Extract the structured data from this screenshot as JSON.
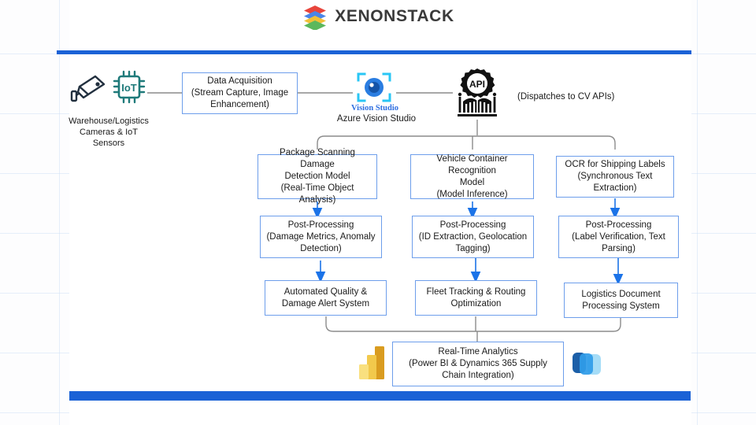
{
  "brand": {
    "name": "XENONSTACK",
    "logo_icon": "stacked-layers-icon",
    "layer_colors": [
      "#e8453c",
      "#4a86e8",
      "#f2c037",
      "#5cb85c"
    ]
  },
  "theme": {
    "accent_bar": "#1b62d6",
    "node_border": "#6d9eeb",
    "connector": "#8c8c8c",
    "arrow": "#1b73e8",
    "background": "#fdfdfe",
    "grid_line": "#c8dcf5"
  },
  "source": {
    "camera_icon": "cctv-camera-icon",
    "iot_icon": "iot-chip-icon",
    "label": "Warehouse/Logistics\nCameras & IoT\nSensors"
  },
  "ingest": {
    "label": "Data Acquisition\n(Stream Capture, Image\nEnhancement)"
  },
  "vision_studio": {
    "icon": "vision-studio-lens-icon",
    "brand_label": "Vision Studio",
    "sub_label": "Azure Vision Studio"
  },
  "api_gateway": {
    "icon": "api-gateway-icon",
    "icon_text": "API",
    "note": "(Dispatches to CV APIs)"
  },
  "models": [
    {
      "id": "package-scanning",
      "label": "Package Scanning  Damage\nDetection Model\n(Real-Time Object Analysis)"
    },
    {
      "id": "vehicle-container",
      "label": "Vehicle  Container Recognition\nModel\n(Model Inference)"
    },
    {
      "id": "ocr-shipping",
      "label": "OCR  for Shipping Labels\n(Synchronous Text\nExtraction)"
    }
  ],
  "post_processing": [
    {
      "id": "damage-metrics",
      "label": "Post-Processing\n(Damage Metrics, Anomaly\nDetection)"
    },
    {
      "id": "id-extraction",
      "label": "Post-Processing\n(ID Extraction, Geolocation\nTagging)"
    },
    {
      "id": "label-verification",
      "label": "Post-Processing\n(Label Verification, Text\nParsing)"
    }
  ],
  "outcomes": [
    {
      "id": "quality-alert",
      "label": "Automated Quality &\nDamage Alert System"
    },
    {
      "id": "fleet-tracking",
      "label": "Fleet Tracking & Routing\nOptimization"
    },
    {
      "id": "logistics-doc",
      "label": "Logistics Document\nProcessing System"
    }
  ],
  "analytics": {
    "label": "Real-Time Analytics\n(Power BI & Dynamics 365 Supply\nChain Integration)",
    "left_icon": "power-bi-icon",
    "right_icon": "dynamics-365-icon",
    "power_bi_colors": [
      "#f9e07f",
      "#f2c94c",
      "#d99c20"
    ],
    "dynamics_colors": [
      "#1c5fa8",
      "#2f9ce8",
      "#a5dcf7"
    ]
  }
}
